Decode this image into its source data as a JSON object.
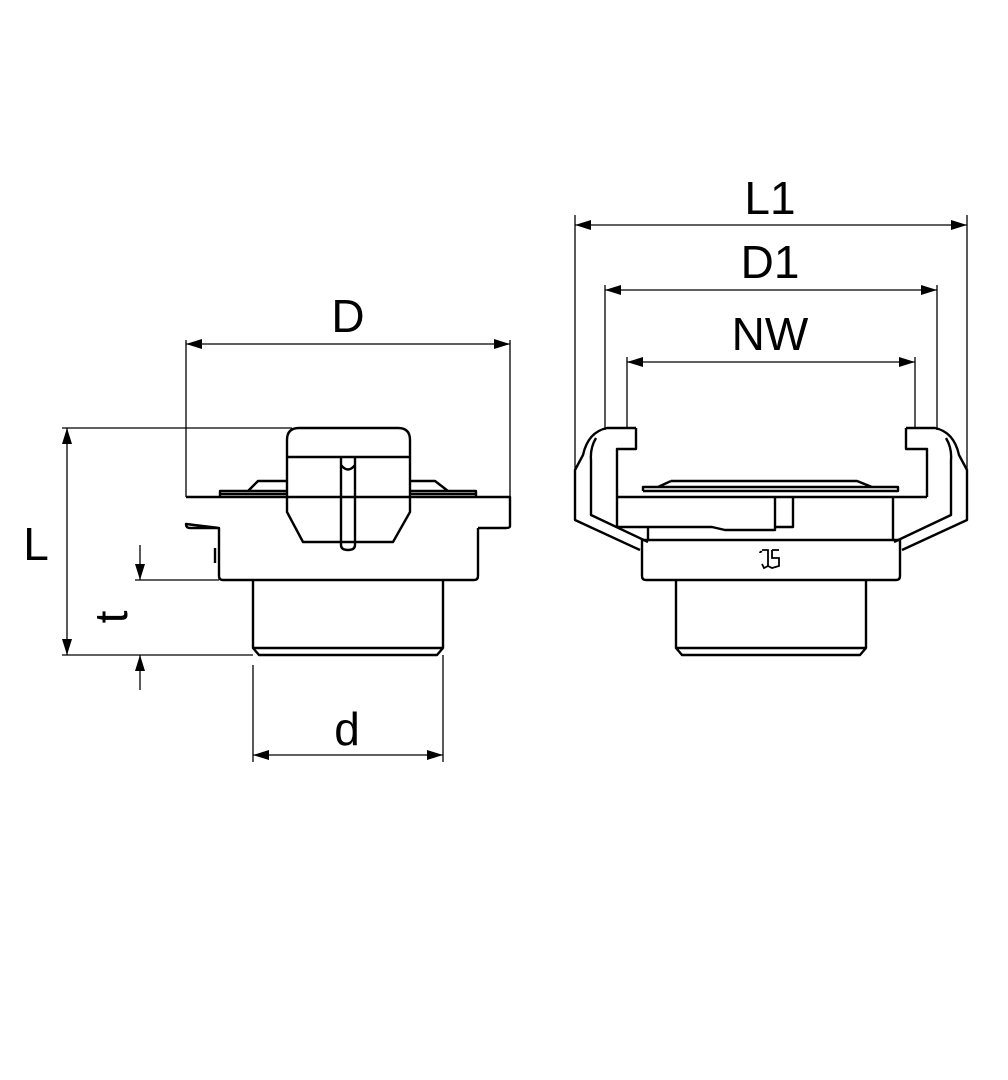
{
  "drawing": {
    "left_view": {
      "labels": {
        "D": "D",
        "L": "L",
        "t": "t",
        "d": "d"
      }
    },
    "right_view": {
      "labels": {
        "L1": "L1",
        "D1": "D1",
        "NW": "NW"
      },
      "logo": "JS"
    }
  }
}
